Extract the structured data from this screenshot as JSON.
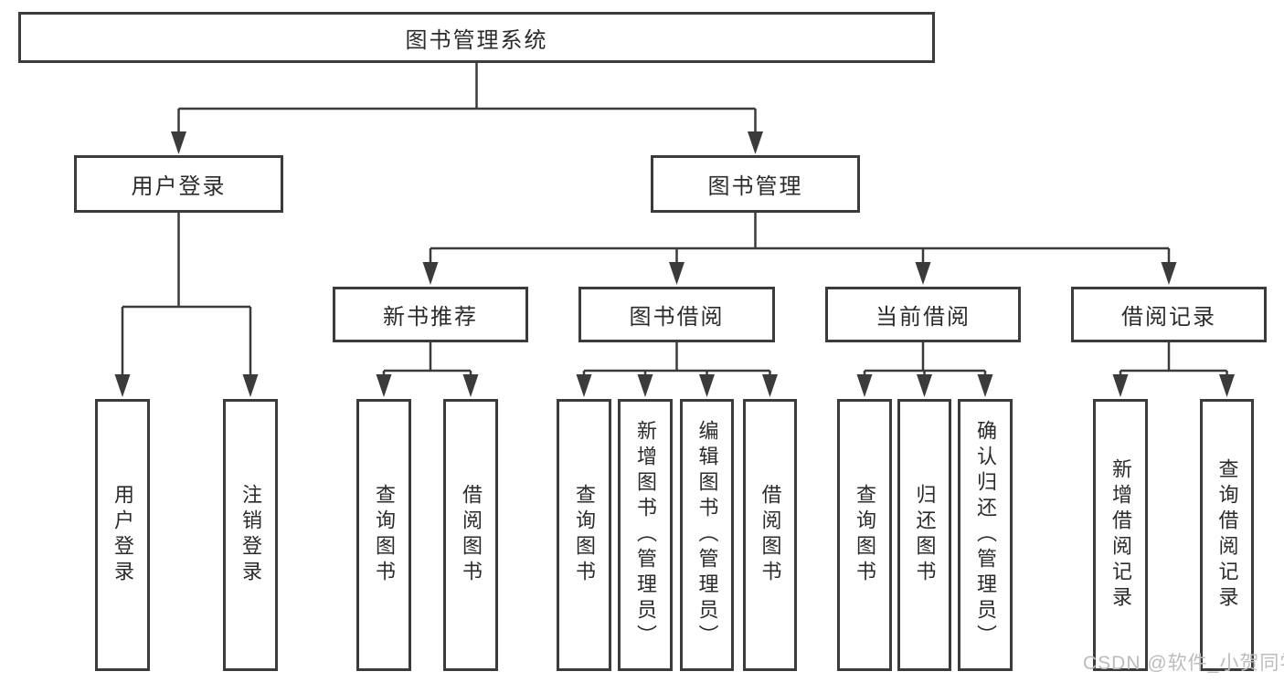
{
  "colors": {
    "line": "#3b3b3b",
    "text": "#2b2b2b",
    "watermark": "#bcbcbc",
    "background": "#ffffff"
  },
  "tree": {
    "root": {
      "label": "图书管理系统"
    },
    "branches": [
      {
        "label": "用户登录",
        "children": [
          {
            "label": "用户登录"
          },
          {
            "label": "注销登录"
          }
        ]
      },
      {
        "label": "图书管理",
        "children": [
          {
            "label": "新书推荐",
            "children": [
              {
                "label": "查询图书"
              },
              {
                "label": "借阅图书"
              }
            ]
          },
          {
            "label": "图书借阅",
            "children": [
              {
                "label": "查询图书"
              },
              {
                "label": "新增图书（管理员）"
              },
              {
                "label": "编辑图书（管理员）"
              },
              {
                "label": "借阅图书"
              }
            ]
          },
          {
            "label": "当前借阅",
            "children": [
              {
                "label": "查询图书"
              },
              {
                "label": "归还图书"
              },
              {
                "label": "确认归还（管理员）"
              }
            ]
          },
          {
            "label": "借阅记录",
            "children": [
              {
                "label": "新增借阅记录"
              },
              {
                "label": "查询借阅记录"
              }
            ]
          }
        ]
      }
    ]
  },
  "watermark": {
    "text": "CSDN @软件_小贺同学"
  }
}
